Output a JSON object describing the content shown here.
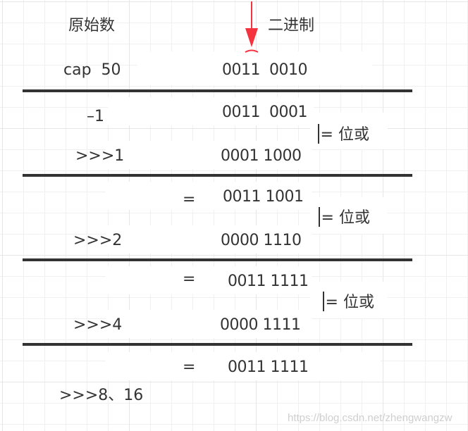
{
  "headers": {
    "original": "原始数",
    "binary": "二进制"
  },
  "arrow": {
    "color": "#f5333f"
  },
  "rows": [
    {
      "left": "cap  50",
      "binary": "0011  0010"
    },
    {
      "left": "–1",
      "binary": "0011  0001"
    },
    {
      "left": ">>>1",
      "binary": "0001 1000"
    },
    {
      "left": "=",
      "binary": "0011 1001"
    },
    {
      "left": ">>>2",
      "binary": "0000 1110"
    },
    {
      "left": "=",
      "binary": "0011 1111"
    },
    {
      "left": ">>>4",
      "binary": "0000 1111"
    },
    {
      "left": "=",
      "binary": "0011 1111"
    },
    {
      "left": ">>>8、16",
      "binary": ""
    }
  ],
  "operators": [
    {
      "symbol": "=",
      "label": "位或"
    },
    {
      "symbol": "=",
      "label": "位或"
    },
    {
      "symbol": "=",
      "label": "位或"
    }
  ],
  "watermark": "https://blog.csdn.net/zhengwangzw"
}
